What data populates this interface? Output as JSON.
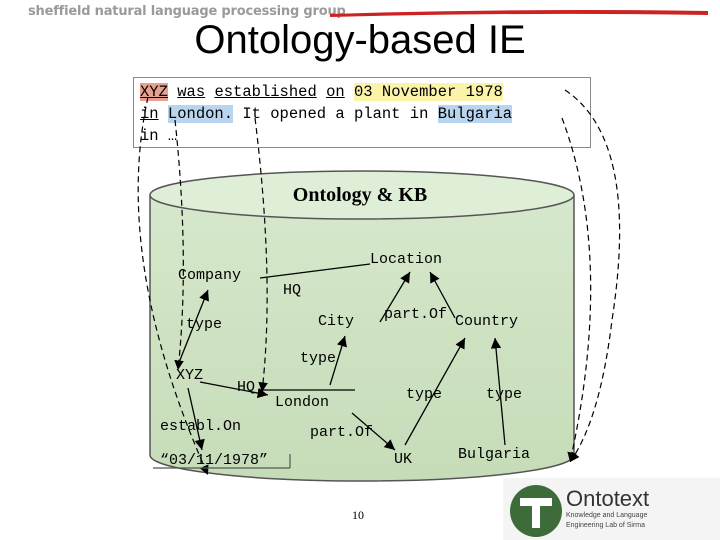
{
  "header": {
    "brand": "sheffield natural language processing group"
  },
  "title": "Ontology-based IE",
  "sentence": {
    "line1": {
      "entity": "XYZ",
      "t1": " ",
      "w_was": "was",
      "t2": " ",
      "w_established": "established",
      "t3": " ",
      "w_on": "on",
      "t4": " ",
      "date": "03 November 1978"
    },
    "line2": {
      "w_in": "in",
      "t1": " ",
      "city": "London.",
      "t2": " It opened a plant in ",
      "country": "Bulgaria"
    },
    "line3": "in …"
  },
  "kb": {
    "label": "Ontology & KB"
  },
  "nodes": {
    "company": "Company",
    "location": "Location",
    "city": "City",
    "country": "Country",
    "xyz": "XYZ",
    "london": "London",
    "uk": "UK",
    "bulgaria": "Bulgaria",
    "date": "“03/11/1978”"
  },
  "edges": {
    "hq_class": "HQ",
    "partof_class": "part.Of",
    "type_company": "type",
    "type_city": "type",
    "hq_instance": "HQ",
    "type_uk": "type",
    "type_bulgaria": "type",
    "partof_instance": "part.Of",
    "establon": "establ.On"
  },
  "footer": {
    "page_number": "10"
  },
  "logo": {
    "name": "Ontotext",
    "tagline1": "Knowledge and Language",
    "tagline2": "Engineering Lab of Sirma"
  },
  "colors": {
    "kb_fill": "#cfe3c4",
    "kb_border": "#555555",
    "brand_gray": "#9a9a9a",
    "logo_green": "#3d6b3a",
    "banner_red": "#cc2222"
  }
}
